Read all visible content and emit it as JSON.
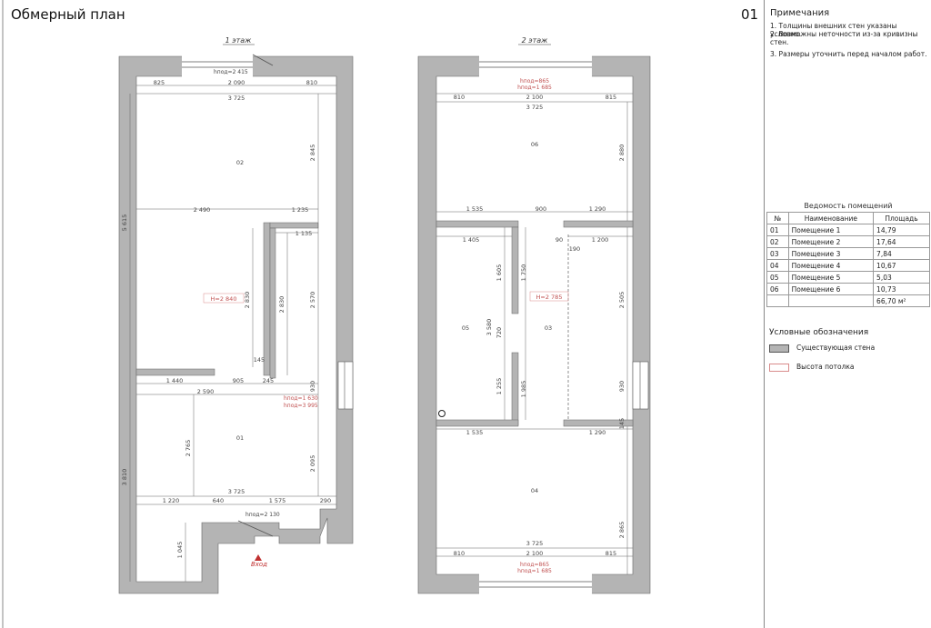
{
  "sheet": {
    "title": "Обмерный план",
    "number": "01"
  },
  "floors": {
    "first": "1 этаж",
    "second": "2 этаж"
  },
  "notes": {
    "heading": "Примечания",
    "items": [
      "1. Толщины внешних стен указаны условно.",
      "2. Возможны неточности из-за кривизны стен.",
      "3. Размеры уточнить перед началом работ."
    ]
  },
  "rooms_table": {
    "caption": "Ведомость помещений",
    "headers": [
      "№",
      "Наименование",
      "Площадь"
    ],
    "rows": [
      [
        "01",
        "Помещение 1",
        "14,79"
      ],
      [
        "02",
        "Помещение 2",
        "17,64"
      ],
      [
        "03",
        "Помещение 3",
        "7,84"
      ],
      [
        "04",
        "Помещение 4",
        "10,67"
      ],
      [
        "05",
        "Помещение 5",
        "5,03"
      ],
      [
        "06",
        "Помещение 6",
        "10,73"
      ]
    ],
    "total": "66,70 м²"
  },
  "legend": {
    "heading": "Условные обозначения",
    "wall": "Существующая стена",
    "ceiling": "Высота потолка",
    "wall_color": "#b4b4b4"
  },
  "plan1": {
    "room_labels": {
      "r02": "02",
      "r01": "01"
    },
    "heights": {
      "main": "H=2 840",
      "window": "hпод=2 415",
      "door_low": "hпод=1 630",
      "door_high": "hпод=3 995",
      "entry_h": "hпод=2 130"
    },
    "entrance": "Вход",
    "dims": [
      "825",
      "2 090",
      "810",
      "3 725",
      "2 845",
      "5 615",
      "2 490",
      "1 235",
      "1 135",
      "2 830",
      "2 830",
      "2 570",
      "145",
      "1 440",
      "905",
      "245",
      "930",
      "2 590",
      "2 765",
      "2 095",
      "3 810",
      "3 725",
      "1 220",
      "640",
      "1 575",
      "290",
      "1 045"
    ]
  },
  "plan2": {
    "room_labels": {
      "r06": "06",
      "r05": "05",
      "r03": "03",
      "r04": "04"
    },
    "heights": {
      "main": "H=2 785",
      "win_top": "hпод=865",
      "win_top2": "hпод=1 685",
      "win_bot": "hпод=865",
      "win_bot2": "hпод=1 685"
    },
    "dims": [
      "810",
      "2 100",
      "815",
      "3 725",
      "2 880",
      "1 535",
      "900",
      "1 290",
      "1 405",
      "90",
      "190",
      "1 200",
      "1 605",
      "1 750",
      "3 580",
      "720",
      "2 505",
      "1 255",
      "1 985",
      "930",
      "145",
      "1 535",
      "1 290",
      "2 865",
      "3 725",
      "810",
      "2 100",
      "815"
    ]
  }
}
